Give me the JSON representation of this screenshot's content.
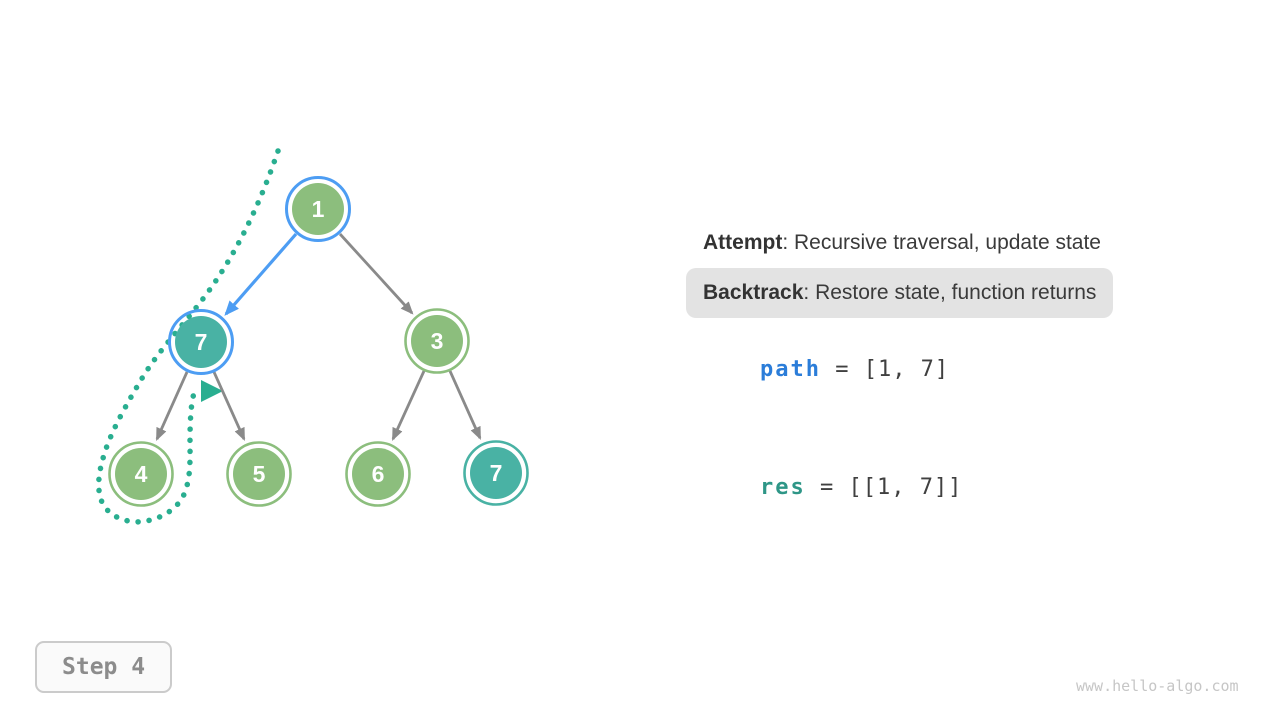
{
  "colors": {
    "node_green": "#8CBE7D",
    "node_teal": "#49B2A4",
    "ring_blue": "#4D9DF3",
    "trace_teal": "#29AE90",
    "edge_gray": "#8A8A8A",
    "edge_blue": "#4D9DF3",
    "text_dark": "#3A3A3A",
    "path_blue": "#2B7DD9",
    "res_teal": "#2E9687",
    "highlight_bg": "#E3E3E3",
    "node_label_white": "#FFFFFF",
    "step_text_gray": "#8C8C8C",
    "watermark_gray": "#C6C6C6"
  },
  "tree": {
    "nodes": [
      {
        "value": "1",
        "fill": "#8CBE7D",
        "ring": "#4D9DF3"
      },
      {
        "value": "7",
        "fill": "#49B2A4",
        "ring": "#4D9DF3"
      },
      {
        "value": "3",
        "fill": "#8CBE7D",
        "ring": "#8CBE7D"
      },
      {
        "value": "4",
        "fill": "#8CBE7D",
        "ring": "#8CBE7D"
      },
      {
        "value": "5",
        "fill": "#8CBE7D",
        "ring": "#8CBE7D"
      },
      {
        "value": "6",
        "fill": "#8CBE7D",
        "ring": "#8CBE7D"
      },
      {
        "value": "7",
        "fill": "#49B2A4",
        "ring": "#49B2A4"
      }
    ],
    "edges": [
      {
        "from": "1",
        "to": "7",
        "style": "active-blue"
      },
      {
        "from": "1",
        "to": "3",
        "style": "gray"
      },
      {
        "from": "7",
        "to": "4",
        "style": "gray"
      },
      {
        "from": "7",
        "to": "5",
        "style": "gray"
      },
      {
        "from": "3",
        "to": "6",
        "style": "gray"
      },
      {
        "from": "3",
        "to": "7",
        "style": "gray"
      }
    ],
    "trace": "dotted teal backtracking route looping around node 4 back toward node 7"
  },
  "legend": {
    "attempt": {
      "label": "Attempt",
      "rest": ": Recursive traversal, update state"
    },
    "backtrack": {
      "label": "Backtrack",
      "rest": ": Restore state, function returns"
    }
  },
  "variables": {
    "path": {
      "name": "path",
      "rest": " = [1, 7]"
    },
    "res": {
      "name": "res",
      "rest": " = [[1, 7]]"
    }
  },
  "step_label": "Step 4",
  "watermark": "www.hello-algo.com"
}
